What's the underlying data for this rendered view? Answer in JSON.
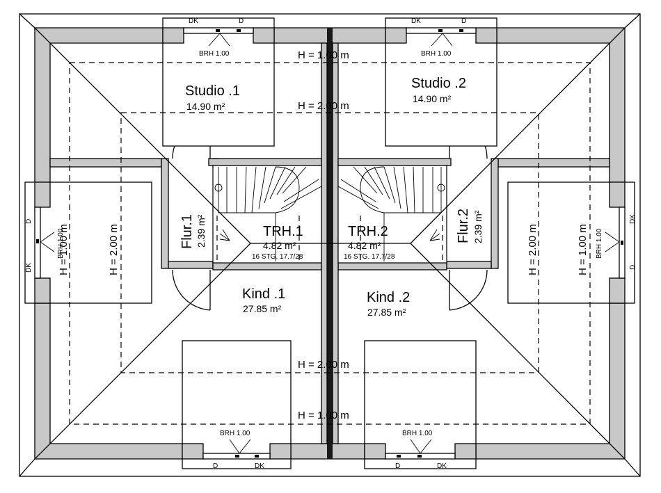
{
  "rooms": {
    "studio1": {
      "name": "Studio .1",
      "area": "14.90 m²"
    },
    "studio2": {
      "name": "Studio .2",
      "area": "14.90 m²"
    },
    "kind1": {
      "name": "Kind .1",
      "area": "27.85 m²"
    },
    "kind2": {
      "name": "Kind .2",
      "area": "27.85 m²"
    },
    "flur1": {
      "name": "Flur.1",
      "area": "2.39 m²"
    },
    "flur2": {
      "name": "Flur.2",
      "area": "2.39 m²"
    },
    "trh1": {
      "name": "TRH.1",
      "area": "4.82 m²",
      "steps": "16 STG. 17.7/28"
    },
    "trh2": {
      "name": "TRH.2",
      "area": "4.82 m²",
      "steps": "16 STG. 17.7/28"
    }
  },
  "heights": {
    "h100": "H = 1.00 m",
    "h200": "H = 2.00 m"
  },
  "windows": {
    "brh": "BRH 1.00",
    "dk": "DK",
    "d": "D"
  }
}
